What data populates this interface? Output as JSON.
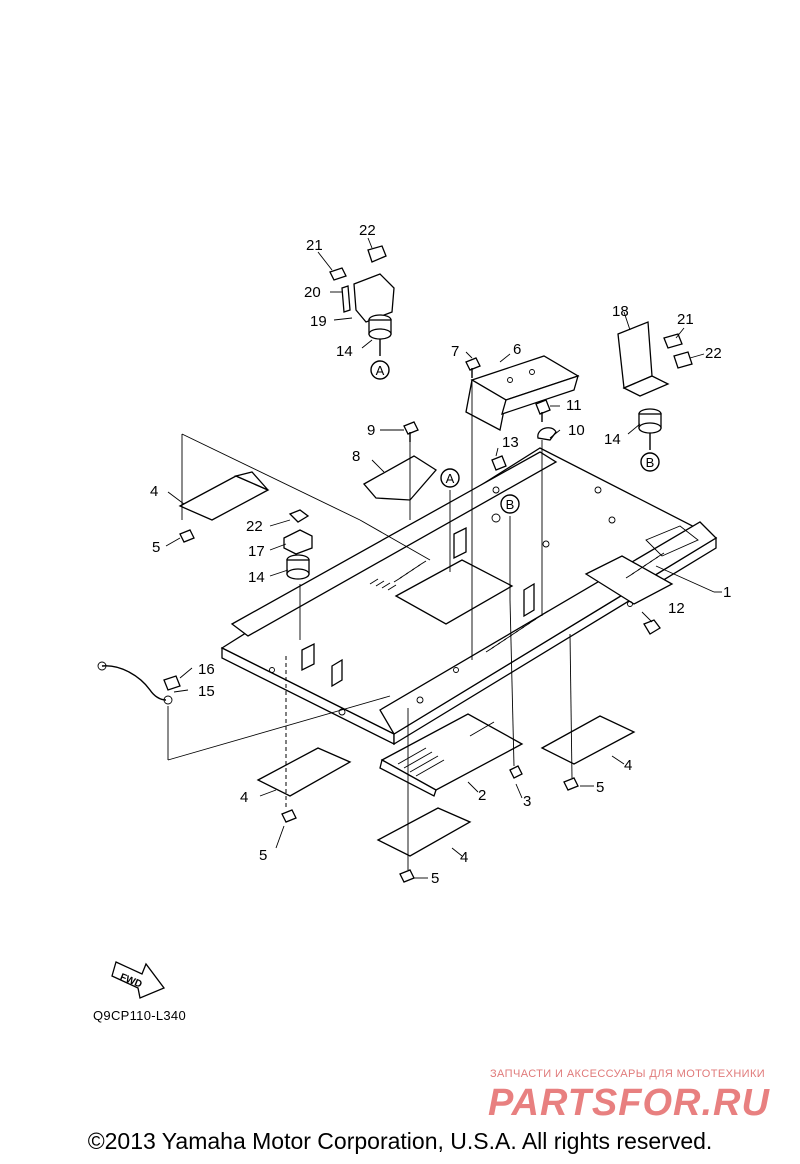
{
  "diagram": {
    "callouts": [
      "1",
      "2",
      "3",
      "4",
      "5",
      "6",
      "7",
      "8",
      "9",
      "10",
      "11",
      "12",
      "13",
      "14",
      "15",
      "16",
      "17",
      "18",
      "19",
      "20",
      "21",
      "22"
    ],
    "reference_letters": [
      "A",
      "B"
    ],
    "fwd_label": "FWD",
    "drawing_code": "Q9CP110-L340"
  },
  "watermark": {
    "tagline": "ЗАПЧАСТИ И АКСЕССУАРЫ ДЛЯ МОТОТЕХНИКИ",
    "logo_text": "PARTSFOR.RU"
  },
  "footer": {
    "copyright": "©2013 Yamaha Motor Corporation, U.S.A. All rights reserved."
  }
}
